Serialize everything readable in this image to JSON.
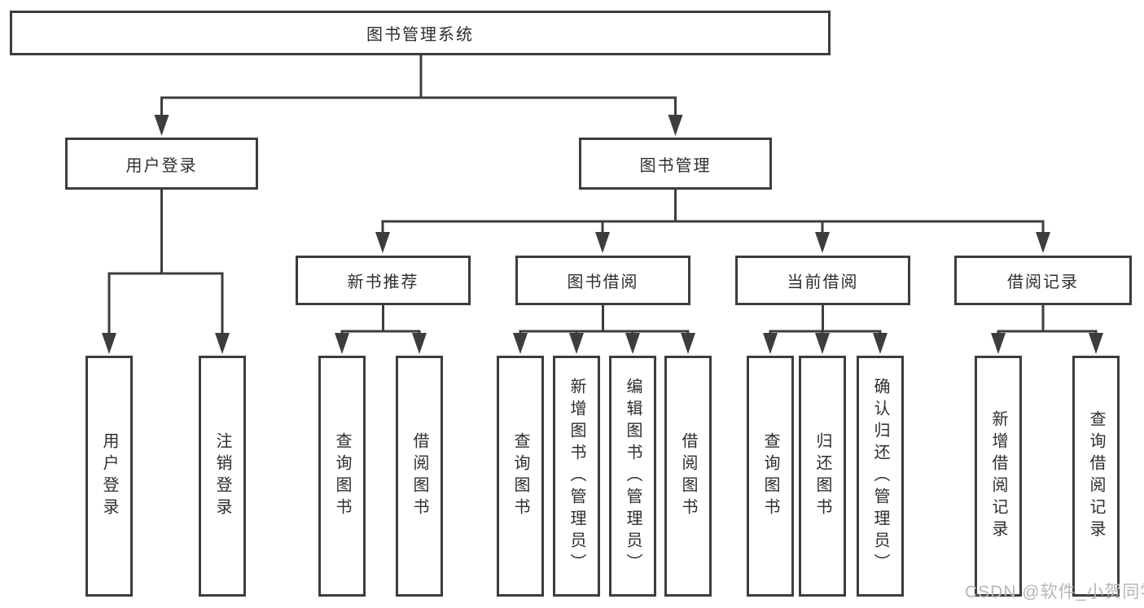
{
  "diagram": {
    "type": "hierarchy",
    "title": "图书管理系统",
    "children": [
      {
        "label": "用户登录",
        "children": [
          {
            "label": "用户登录"
          },
          {
            "label": "注销登录"
          }
        ]
      },
      {
        "label": "图书管理",
        "children": [
          {
            "label": "新书推荐",
            "children": [
              {
                "label": "查询图书"
              },
              {
                "label": "借阅图书"
              }
            ]
          },
          {
            "label": "图书借阅",
            "children": [
              {
                "label": "查询图书"
              },
              {
                "label": "新增图书（管理员）"
              },
              {
                "label": "编辑图书（管理员）"
              },
              {
                "label": "借阅图书"
              }
            ]
          },
          {
            "label": "当前借阅",
            "children": [
              {
                "label": "查询图书"
              },
              {
                "label": "归还图书"
              },
              {
                "label": "确认归还（管理员）"
              }
            ]
          },
          {
            "label": "借阅记录",
            "children": [
              {
                "label": "新增借阅记录"
              },
              {
                "label": "查询借阅记录"
              }
            ]
          }
        ]
      }
    ]
  },
  "watermark": "CSDN @软件_小贺同学",
  "colors": {
    "line": "#3d3d3d",
    "border": "#3d3d3d",
    "text": "#2e2e2e",
    "watermark": "#b6b6b6",
    "background": "#ffffff"
  }
}
